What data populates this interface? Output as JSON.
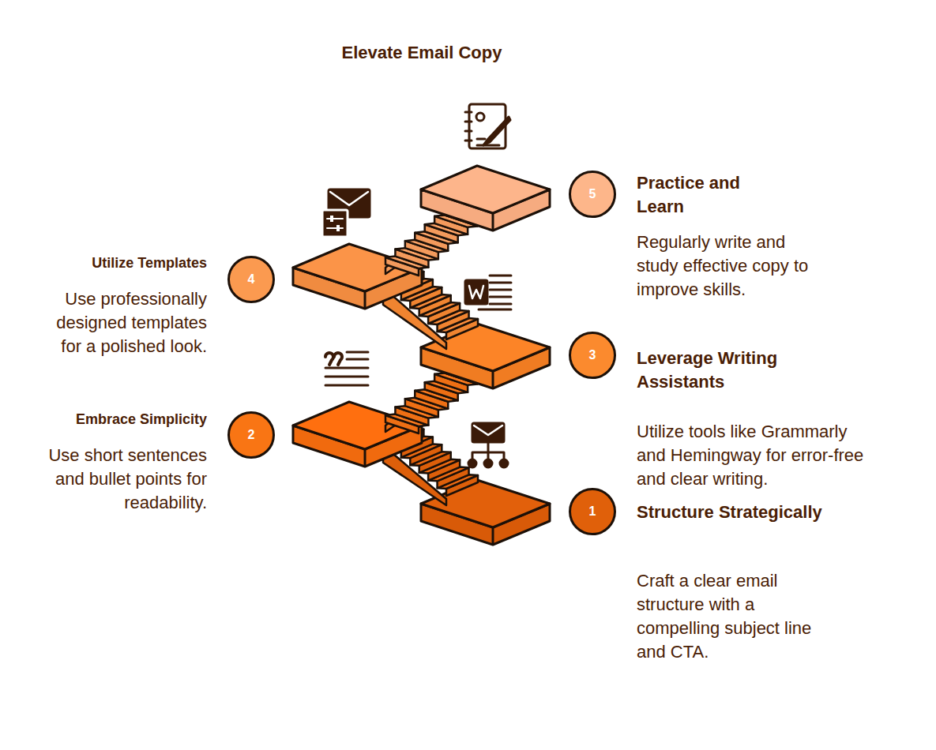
{
  "diagram": {
    "title": "Elevate Email Copy",
    "nodes": [
      {
        "text": [
          "1",
          "Structure Strategically",
          "Craft a clear email structure with a compelling subject line and CTA."
        ]
      },
      {
        "text": [
          "2",
          "Embrace Simplicity",
          "Use short sentences and bullet points for readability."
        ]
      },
      {
        "text": [
          "3",
          "Leverage Writing Assistants",
          "Utilize tools like Grammarly and Hemingway for error-free and clear writing."
        ]
      },
      {
        "text": [
          "4",
          "Utilize Templates",
          "Use professionally designed templates for a polished look."
        ]
      },
      {
        "text": [
          "5",
          "Practice and Learn",
          "Regularly write and study effective copy to improve skills."
        ]
      }
    ]
  }
}
